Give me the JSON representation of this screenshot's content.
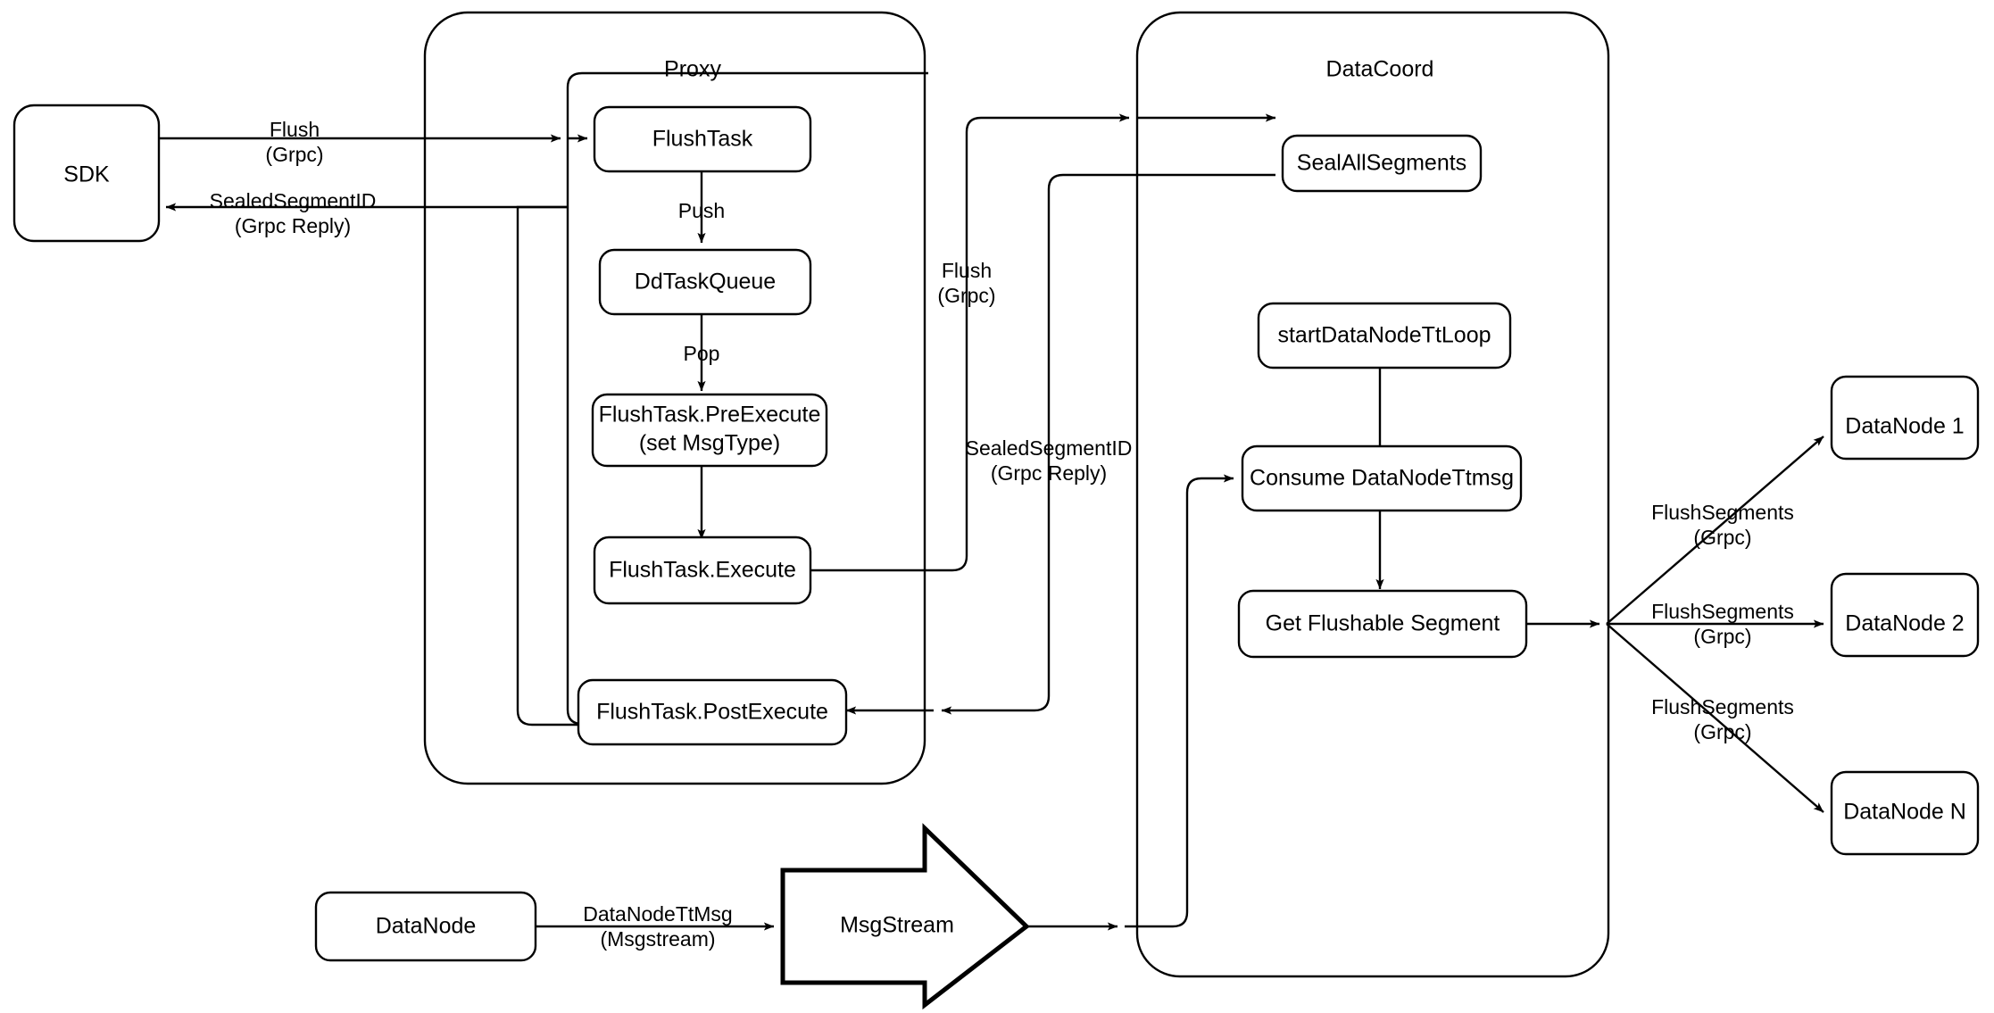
{
  "diagram": {
    "title": "Milvus Flush Sequence Architecture",
    "background": "#ffffff",
    "stroke": "#000000"
  },
  "containers": {
    "proxy": {
      "label": "Proxy"
    },
    "datacoord": {
      "label": "DataCoord"
    }
  },
  "nodes": {
    "sdk": "SDK",
    "flush_task": "FlushTask",
    "dd_task_queue": "DdTaskQueue",
    "pre_execute_line1": "FlushTask.PreExecute",
    "pre_execute_line2": "(set MsgType)",
    "execute": "FlushTask.Execute",
    "post_execute": "FlushTask.PostExecute",
    "seal_all_segments": "SealAllSegments",
    "start_tt_loop": "startDataNodeTtLoop",
    "consume_ttmsg": "Consume DataNodeTtmsg",
    "get_flushable_segment": "Get Flushable Segment",
    "datanode_bottom": "DataNode",
    "msgstream": "MsgStream",
    "datanode_1": "DataNode 1",
    "datanode_2": "DataNode 2",
    "datanode_n": "DataNode N"
  },
  "edges": {
    "sdk_to_proxy_l1": "Flush",
    "sdk_to_proxy_l2": "(Grpc)",
    "proxy_to_sdk_l1": "SealedSegmentID",
    "proxy_to_sdk_l2": "(Grpc Reply)",
    "push": "Push",
    "pop": "Pop",
    "proxy_to_coord_l1": "Flush",
    "proxy_to_coord_l2": "(Grpc)",
    "coord_to_proxy_l1": "SealedSegmentID",
    "coord_to_proxy_l2": "(Grpc Reply)",
    "datanode_ttmsg_l1": "DataNodeTtMsg",
    "datanode_ttmsg_l2": "(Msgstream)",
    "flush_segments_1_l1": "FlushSegments",
    "flush_segments_1_l2": "(Grpc)",
    "flush_segments_2_l1": "FlushSegments",
    "flush_segments_2_l2": "(Grpc)",
    "flush_segments_n_l1": "FlushSegments",
    "flush_segments_n_l2": "(Grpc)"
  }
}
